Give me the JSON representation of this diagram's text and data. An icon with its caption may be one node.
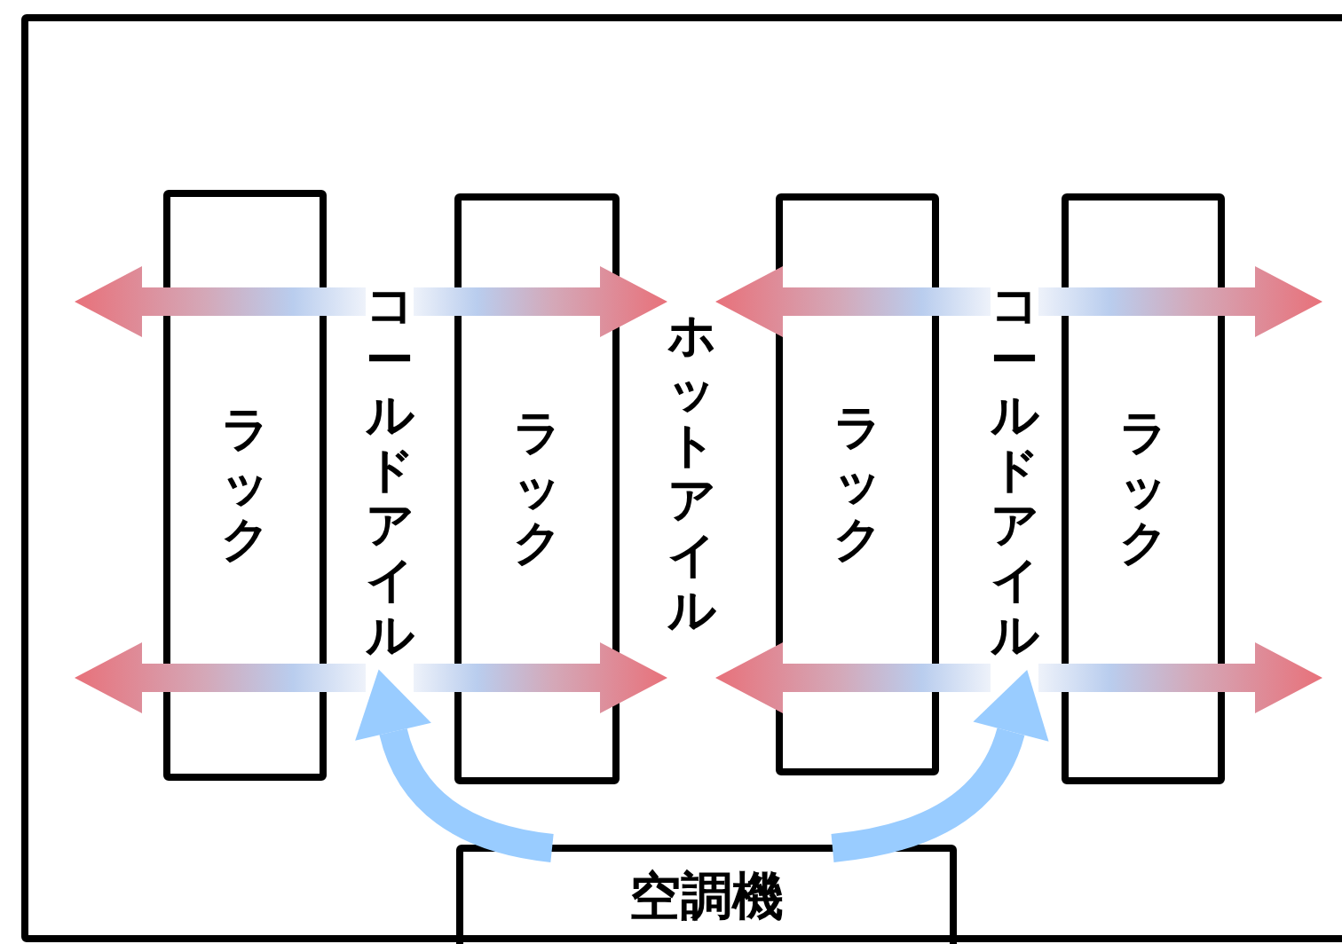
{
  "diagram": {
    "nodes": [
      {
        "text": [],
        "shape": "box"
      },
      {
        "text": [
          "ラック"
        ],
        "in": 0
      },
      {
        "text": [
          "コールドアイル"
        ],
        "in": 0
      },
      {
        "text": [
          "ラック"
        ],
        "in": 0
      },
      {
        "text": [
          "ホットアイル"
        ],
        "in": 0
      },
      {
        "text": [
          "ラック"
        ],
        "in": 0
      },
      {
        "text": [
          "コールドアイル"
        ],
        "in": 0
      },
      {
        "text": [
          "ラック"
        ],
        "in": 0
      },
      {
        "text": [
          "空調機"
        ],
        "in": 0
      }
    ],
    "edges": [
      {
        "from": 8,
        "to": 2,
        "arrow": "to",
        "color": "#99ccff"
      },
      {
        "from": 8,
        "to": 6,
        "arrow": "to",
        "color": "#99ccff"
      },
      {
        "from": 2,
        "to": null,
        "arrow": "to"
      },
      {
        "from": 2,
        "to": 4,
        "arrow": "to"
      },
      {
        "from": 6,
        "to": 4,
        "arrow": "to"
      },
      {
        "from": 6,
        "to": null,
        "arrow": "to"
      },
      {
        "from": 2,
        "to": null,
        "arrow": "to"
      },
      {
        "from": 2,
        "to": 4,
        "arrow": "to"
      },
      {
        "from": 6,
        "to": 4,
        "arrow": "to"
      },
      {
        "from": 6,
        "to": null,
        "arrow": "to"
      }
    ]
  }
}
